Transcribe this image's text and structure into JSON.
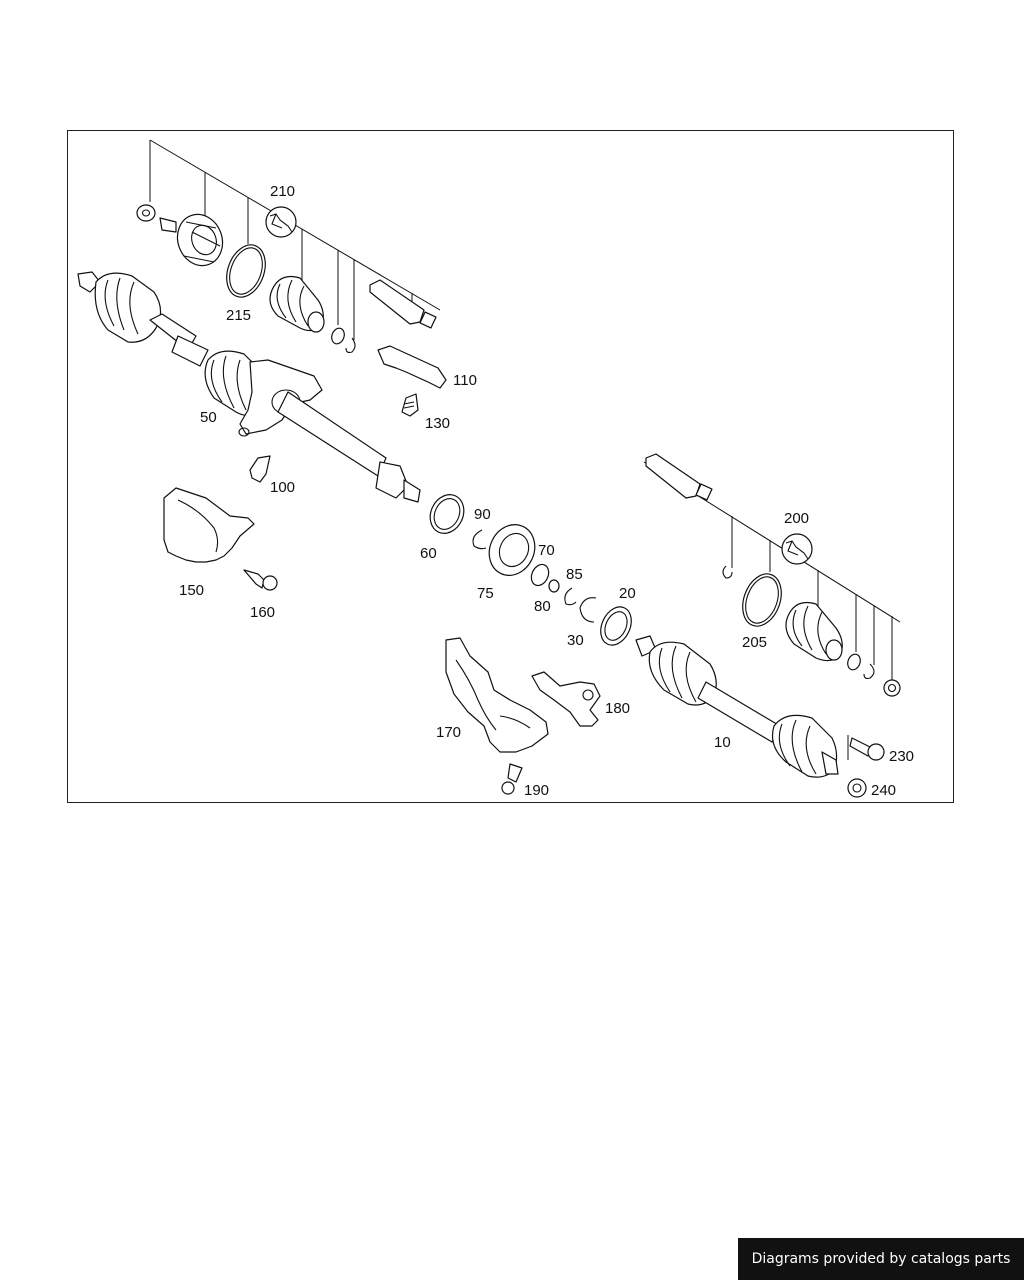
{
  "diagram": {
    "callouts": {
      "c210": "210",
      "c215": "215",
      "c110": "110",
      "c130": "130",
      "c50": "50",
      "c100": "100",
      "c150": "150",
      "c160": "160",
      "c60": "60",
      "c90": "90",
      "c75": "75",
      "c70": "70",
      "c80": "80",
      "c85": "85",
      "c30": "30",
      "c20": "20",
      "c200": "200",
      "c205": "205",
      "c170": "170",
      "c180": "180",
      "c190": "190",
      "c10": "10",
      "c230": "230",
      "c240": "240"
    }
  },
  "watermark": {
    "text": "Diagrams provided by catalogs parts"
  }
}
